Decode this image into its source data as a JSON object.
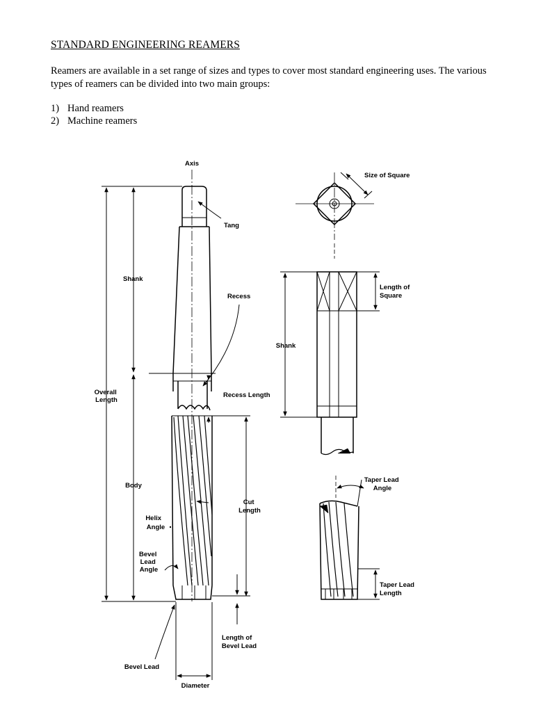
{
  "heading": "STANDARD ENGINEERING REAMERS",
  "intro": "Reamers are available in a set range of sizes and types to cover most standard engineering uses. The various types of reamers can be divided into two main groups:",
  "groups": [
    {
      "num": "1)",
      "label": "Hand reamers"
    },
    {
      "num": "2)",
      "label": "Machine reamers"
    }
  ],
  "figure": {
    "axis": "Axis",
    "tang": "Tang",
    "shank": "Shank",
    "recess": "Recess",
    "overall_length_1": "Overall",
    "overall_length_2": "Length",
    "recess_length": "Recess Length",
    "body": "Body",
    "cut_length_1": "Cut",
    "cut_length_2": "Length",
    "helix_angle_1": "Helix",
    "helix_angle_2": "Angle",
    "bevel_lead_angle_1": "Bevel",
    "bevel_lead_angle_2": "Lead",
    "bevel_lead_angle_3": "Angle",
    "length_of_bevel_lead_1": "Length of",
    "length_of_bevel_lead_2": "Bevel Lead",
    "bevel_lead": "Bevel Lead",
    "diameter": "Diameter",
    "size_of_square": "Size of Square",
    "length_of_square_1": "Length of",
    "length_of_square_2": "Square",
    "shank_right": "Shank",
    "taper_lead_angle_1": "Taper Lead",
    "taper_lead_angle_2": "Angle",
    "taper_lead_length_1": "Taper Lead",
    "taper_lead_length_2": "Length"
  }
}
